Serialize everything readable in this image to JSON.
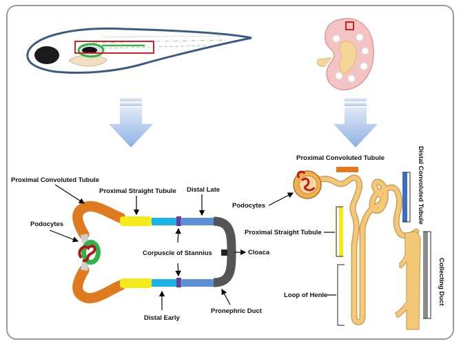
{
  "zebrafish_labels": {
    "proximal_convoluted": "Proximal Convoluted Tubule",
    "proximal_straight": "Proximal Straight Tubule",
    "distal_late": "Distal Late",
    "podocytes": "Podocytes",
    "corpuscle": "Corpuscle of Stannius",
    "cloaca": "Cloaca",
    "distal_early": "Distal Early",
    "pronephric_duct": "Pronephric Duct"
  },
  "mammal_labels": {
    "proximal_convoluted": "Proximal Convoluted Tubule",
    "podocytes": "Podocytes",
    "proximal_straight": "Proximal Straight Tubule",
    "loop_of_henle": "Loop of Henle",
    "distal_convoluted": "Distal Convoluted Tubule",
    "collecting_duct": "Collecting Duct"
  },
  "colors": {
    "pct": "#e07a1f",
    "pst": "#f2ea1c",
    "distal_early": "#19b3e6",
    "distal_late": "#5b8fd6",
    "duct": "#555555",
    "corpuscle": "#6a3d9a",
    "glomerulus_ring": "#2db34a",
    "podocyte": "#b01818",
    "tubule_fill": "#f5c878",
    "arrow": "#9fb8e6"
  }
}
